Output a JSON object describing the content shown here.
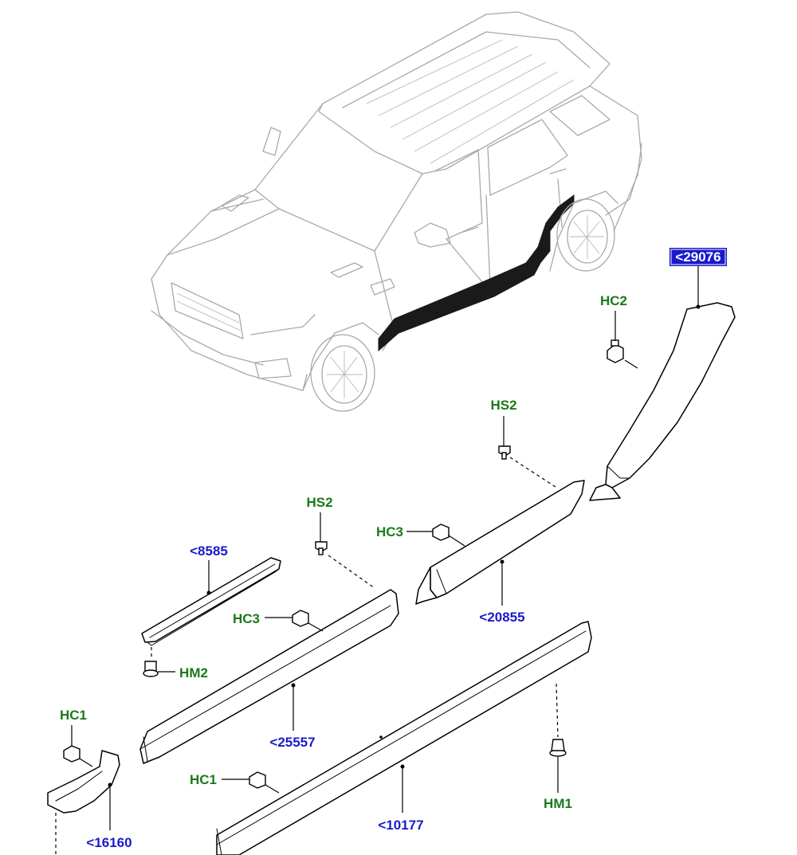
{
  "labels": {
    "part_29076": "<29076",
    "part_8585": "<8585",
    "part_20855": "<20855",
    "part_25557": "<25557",
    "part_16160": "<16160",
    "part_10177": "<10177",
    "fix_hc2": "HC2",
    "fix_hs2_right": "HS2",
    "fix_hs2_left": "HS2",
    "fix_hc3_right": "HC3",
    "fix_hc3_left": "HC3",
    "fix_hm2": "HM2",
    "fix_hc1_left": "HC1",
    "fix_hc1_bottom": "HC1",
    "fix_hm1": "HM1"
  },
  "colors": {
    "part_label": "#1a1acc",
    "fastener_label": "#1a7a1a",
    "highlight_bg": "#1a1acc",
    "highlight_text": "#ffffff",
    "car_outline": "#a9a9a9"
  }
}
